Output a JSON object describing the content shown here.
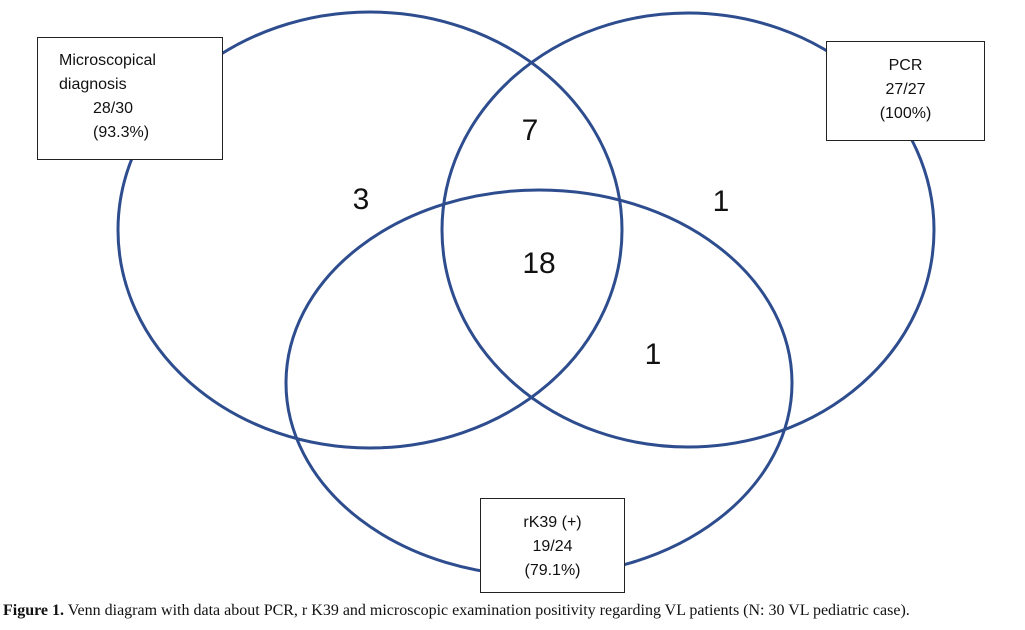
{
  "sets": {
    "microscopy": {
      "label_line1": "Microscopical",
      "label_line2": "diagnosis",
      "ratio": "28/30",
      "percent": "(93.3%)"
    },
    "pcr": {
      "label": "PCR",
      "ratio": "27/27",
      "percent": "(100%)"
    },
    "rk39": {
      "label": "rK39 (+)",
      "ratio": "19/24",
      "percent": "(79.1%)"
    }
  },
  "regions": {
    "microscopy_only": "3",
    "microscopy_pcr": "7",
    "all_three": "18",
    "pcr_only": "1",
    "pcr_rk39": "1"
  },
  "caption": {
    "label": "Figure 1.",
    "text": " Venn diagram with data about PCR, r K39 and microscopic examination positivity regarding VL patients (N: 30 VL pediatric case)."
  },
  "colors": {
    "circle_stroke": "#2e4d8f",
    "background": "#ffffff",
    "text": "#111111"
  }
}
